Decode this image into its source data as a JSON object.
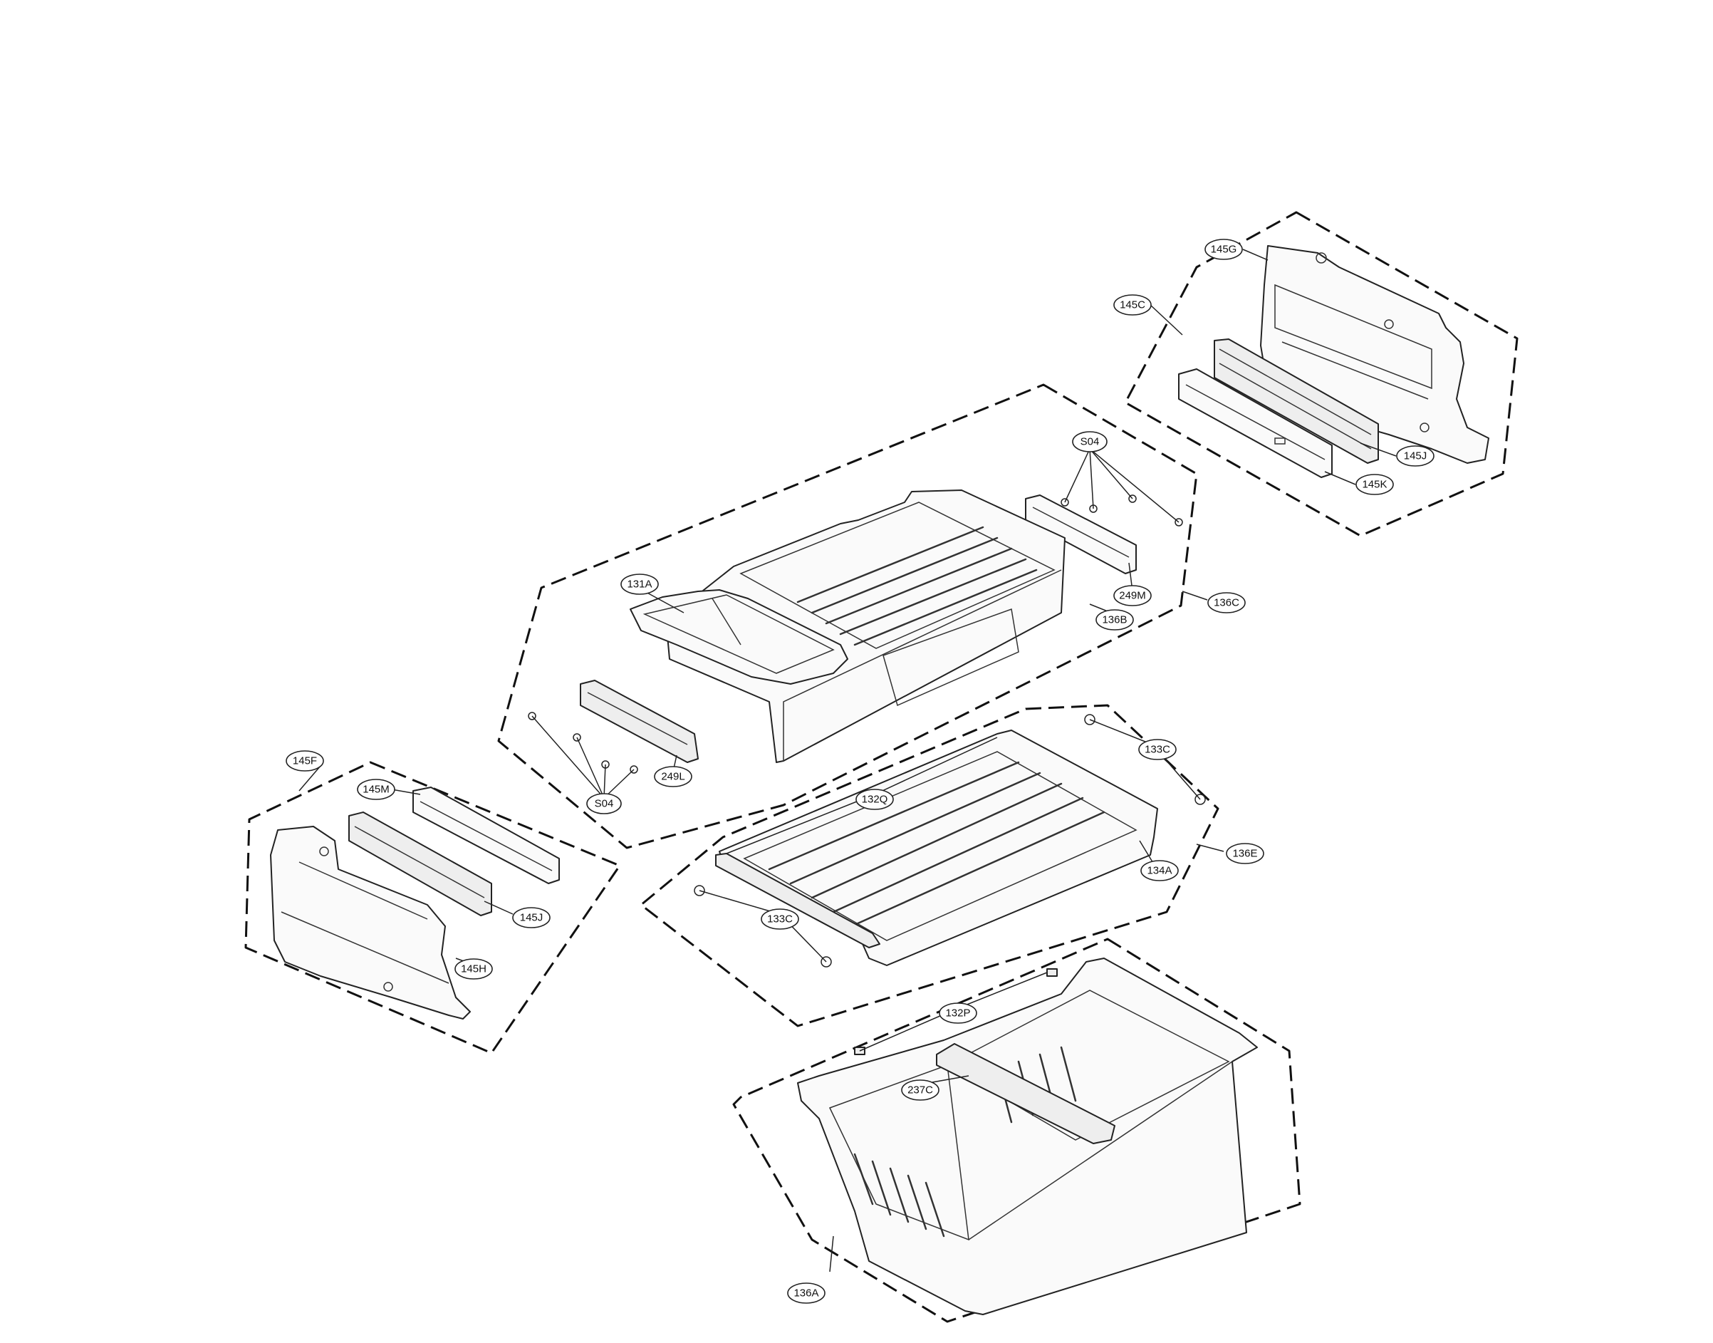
{
  "callouts": {
    "c145C": "145C",
    "c145G": "145G",
    "c145J_top": "145J",
    "c145K": "145K",
    "cS04_top": "S04",
    "c249M": "249M",
    "c136C": "136C",
    "c136B": "136B",
    "c131A": "131A",
    "c249L": "249L",
    "cS04_bot": "S04",
    "c133C_top": "133C",
    "c132Q": "132Q",
    "c136E": "136E",
    "c134A": "134A",
    "c133C_bot": "133C",
    "c145F": "145F",
    "c145M": "145M",
    "c145J_left": "145J",
    "c145H": "145H",
    "c132P": "132P",
    "c237C": "237C",
    "c136A": "136A"
  }
}
